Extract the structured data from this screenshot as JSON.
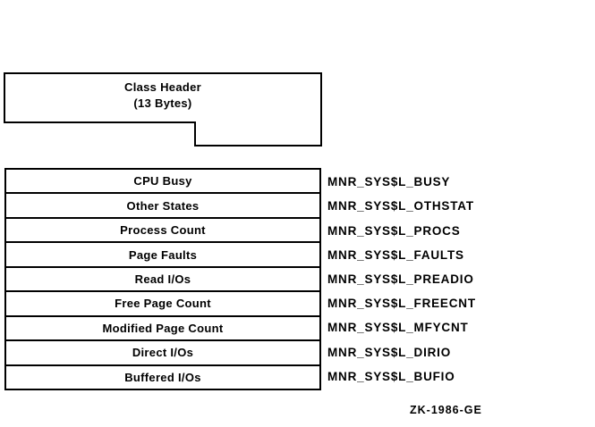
{
  "header_box": {
    "line1": "Class Header",
    "line2": "(13 Bytes)"
  },
  "fields": [
    {
      "label": "CPU Busy",
      "symbol": "MNR_SYS$L_BUSY"
    },
    {
      "label": "Other States",
      "symbol": "MNR_SYS$L_OTHSTAT"
    },
    {
      "label": "Process Count",
      "symbol": "MNR_SYS$L_PROCS"
    },
    {
      "label": "Page Faults",
      "symbol": "MNR_SYS$L_FAULTS"
    },
    {
      "label": "Read I/Os",
      "symbol": "MNR_SYS$L_PREADIO"
    },
    {
      "label": "Free Page Count",
      "symbol": "MNR_SYS$L_FREECNT"
    },
    {
      "label": "Modified Page Count",
      "symbol": "MNR_SYS$L_MFYCNT"
    },
    {
      "label": "Direct I/Os",
      "symbol": "MNR_SYS$L_DIRIO"
    },
    {
      "label": "Buffered I/Os",
      "symbol": "MNR_SYS$L_BUFIO"
    }
  ],
  "figure_id": "ZK-1986-GE",
  "colors": {
    "ink": "#000000",
    "background": "#ffffff"
  }
}
